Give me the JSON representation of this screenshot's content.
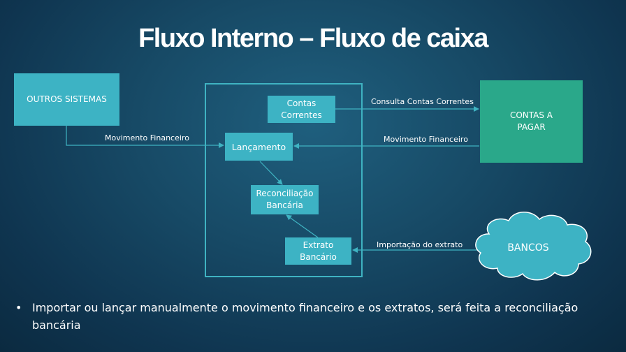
{
  "title": "Fluxo Interno – Fluxo de caixa",
  "nodes": {
    "outros_sistemas": "OUTROS SISTEMAS",
    "contas_correntes": "Contas\nCorrentes",
    "lancamento": "Lançamento",
    "reconciliacao": "Reconciliação\nBancária",
    "extrato": "Extrato\nBancário",
    "contas_pagar": "CONTAS A\nPAGAR",
    "bancos": "BANCOS"
  },
  "edges": {
    "mov_fin_left": "Movimento Financeiro",
    "consulta": "Consulta Contas Correntes",
    "mov_fin_right": "Movimento Financeiro",
    "importacao": "Importação do extrato"
  },
  "bullet": {
    "glyph": "•",
    "text": "Importar ou lançar manualmente o movimento financeiro e os extratos, será feita a reconciliação bancária"
  },
  "colors": {
    "box_cyan": "#3db3c4",
    "box_green": "#2aa88a",
    "frame": "#3fb3c2",
    "cloud": "#3db3c4"
  }
}
